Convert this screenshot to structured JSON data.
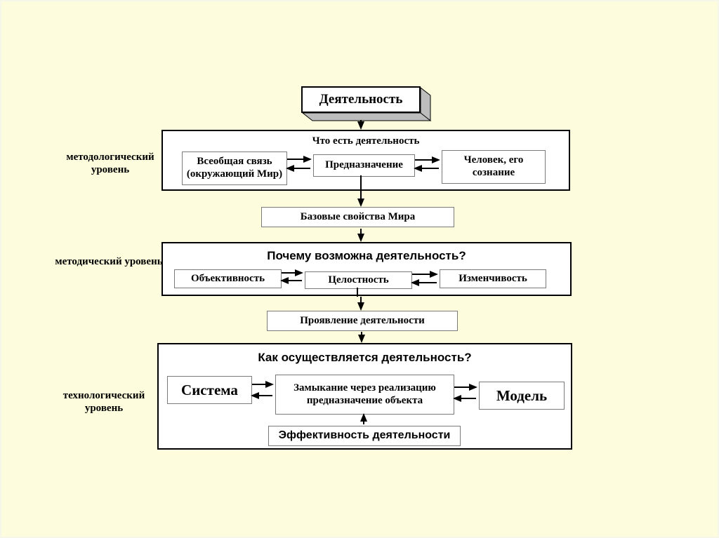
{
  "colors": {
    "background": "#FDFDDD",
    "box_fill": "#FFFFFF",
    "line": "#000000",
    "shadow": "#BDBDBD"
  },
  "activity_label": "Деятельность",
  "left_labels": [
    {
      "text": "методологический уровень"
    },
    {
      "text": "методический уровень"
    },
    {
      "text": "технологический уровень"
    }
  ],
  "section1": {
    "title": "Что есть  деятельность",
    "box_world": "Всеобщая связь (окружающий Мир)",
    "box_purpose": "Предназначение",
    "box_human": "Человек, его сознание"
  },
  "between1": "Базовые свойства Мира",
  "section2": {
    "title": "Почему возможна деятельность?",
    "box_objectivity": "Объективность",
    "box_integrity": "Целостность",
    "box_variability": "Изменчивость"
  },
  "between2": "Проявление деятельности",
  "section3": {
    "title": "Как осуществляется деятельность?",
    "box_system": "Система",
    "box_closure": "Замыкание  через реализацию предназначение объекта",
    "box_model": "Модель",
    "box_efficiency": "Эффективность деятельности"
  }
}
